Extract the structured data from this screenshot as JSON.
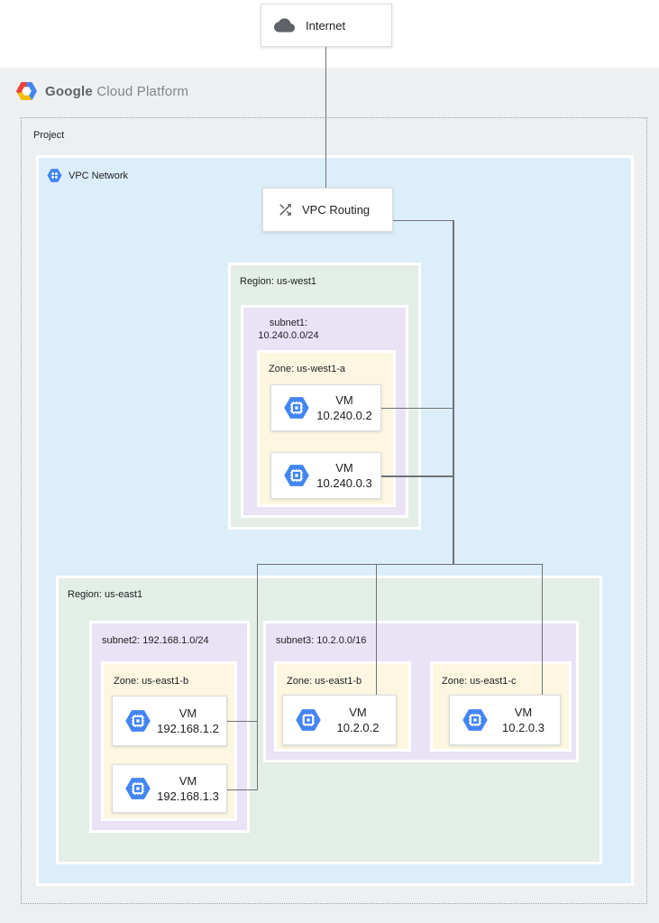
{
  "internet": {
    "label": "Internet"
  },
  "brand": {
    "google": "Google",
    "suffix": " Cloud Platform"
  },
  "project": {
    "label": "Project"
  },
  "vpc": {
    "label": "VPC Network"
  },
  "routing": {
    "label": "VPC Routing"
  },
  "regions": {
    "west": {
      "label": "Region: us-west1",
      "subnet1": {
        "line1": "subnet1:",
        "line2": "10.240.0.0/24",
        "zone": {
          "label": "Zone: us-west1-a",
          "vm1": {
            "name": "VM",
            "ip": "10.240.0.2"
          },
          "vm2": {
            "name": "VM",
            "ip": "10.240.0.3"
          }
        }
      }
    },
    "east": {
      "label": "Region: us-east1",
      "subnet2": {
        "label": "subnet2: 192.168.1.0/24",
        "zone": {
          "label": "Zone: us-east1-b",
          "vm1": {
            "name": "VM",
            "ip": "192.168.1.2"
          },
          "vm2": {
            "name": "VM",
            "ip": "192.168.1.3"
          }
        }
      },
      "subnet3": {
        "label": "subnet3: 10.2.0.0/16",
        "zone_b": {
          "label": "Zone: us-east1-b",
          "vm": {
            "name": "VM",
            "ip": "10.2.0.2"
          }
        },
        "zone_c": {
          "label": "Zone: us-east1-c",
          "vm": {
            "name": "VM",
            "ip": "10.2.0.3"
          }
        }
      }
    }
  },
  "colors": {
    "canvas_gray": "#edeff1",
    "vpc_fill": "#ddeefb",
    "region_fill": "#e3eee7",
    "subnet_fill": "#eae2f5",
    "zone_fill": "#fdf7e2",
    "icon_blue": "#4285f4",
    "icon_gray": "#5f6368",
    "connector": "#6f7276",
    "logo_red": "#ea4335",
    "logo_yellow": "#fbbc05",
    "logo_blue": "#4285f4"
  }
}
